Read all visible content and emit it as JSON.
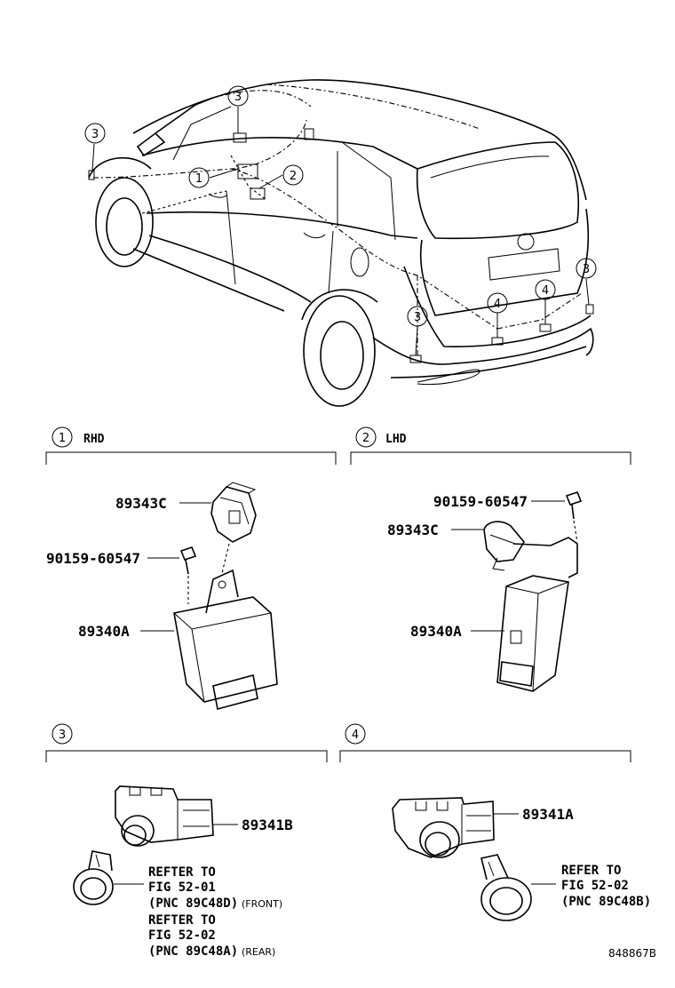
{
  "diagram_id": "848867B",
  "sections": [
    {
      "num": "1",
      "label": "RHD"
    },
    {
      "num": "2",
      "label": "LHD"
    },
    {
      "num": "3",
      "label": ""
    },
    {
      "num": "4",
      "label": ""
    }
  ],
  "car_callouts": [
    "3",
    "3",
    "1",
    "2",
    "3",
    "4",
    "4",
    "3"
  ],
  "parts": {
    "rhd_sensor": "89343C",
    "rhd_bolt": "90159-60547",
    "rhd_computer": "89340A",
    "lhd_bolt": "90159-60547",
    "lhd_sensor": "89343C",
    "lhd_computer": "89340A",
    "sensor_3": "89341B",
    "sensor_4": "89341A"
  },
  "notes": {
    "s3_line1": "REFTER TO",
    "s3_line2": "FIG 52-01",
    "s3_line3": "(PNC 89C48D)",
    "s3_line3_suffix": "(FRONT)",
    "s3_line4": "REFTER TO",
    "s3_line5": "FIG 52-02",
    "s3_line6": "(PNC 89C48A)",
    "s3_line6_suffix": "(REAR)",
    "s4_line1": "REFER TO",
    "s4_line2": "FIG 52-02",
    "s4_line3": "(PNC 89C48B)"
  }
}
